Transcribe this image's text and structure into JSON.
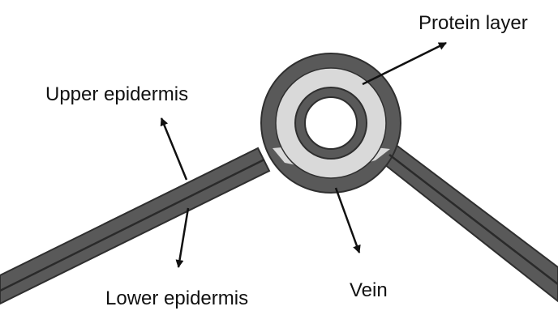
{
  "diagram": {
    "labels": {
      "protein_layer": "Protein layer",
      "upper_epidermis": "Upper epidermis",
      "lower_epidermis": "Lower epidermis",
      "vein": "Vein"
    }
  }
}
